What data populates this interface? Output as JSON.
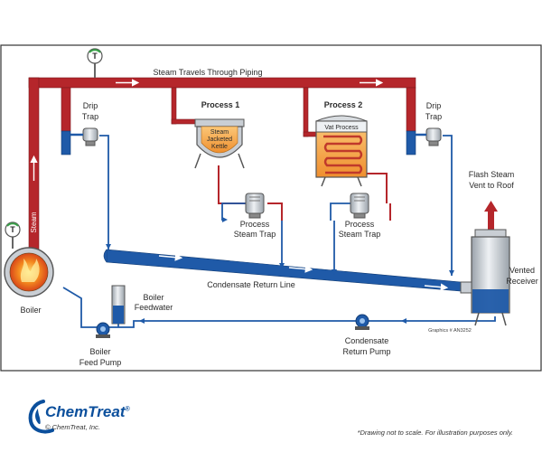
{
  "diagram": {
    "title_steam_piping": "Steam Travels Through Piping",
    "steam": "Steam",
    "drip_trap_left": [
      "Drip",
      "Trap"
    ],
    "drip_trap_right": [
      "Drip",
      "Trap"
    ],
    "process1": "Process 1",
    "process2": "Process 2",
    "kettle": [
      "Steam",
      "Jacketed",
      "Kettle"
    ],
    "vat": "Vat Process",
    "process_trap_1": [
      "Process",
      "Steam Trap"
    ],
    "process_trap_2": [
      "Process",
      "Steam Trap"
    ],
    "flash_steam": [
      "Flash Steam",
      "Vent to Roof"
    ],
    "vented_receiver": [
      "Vented",
      "Receiver"
    ],
    "condensate_return_line": "Condensate Return Line",
    "boiler": "Boiler",
    "boiler_feedwater": [
      "Boiler",
      "Feedwater"
    ],
    "boiler_feed_pump": [
      "Boiler",
      "Feed Pump"
    ],
    "condensate_return_pump": [
      "Condensate",
      "Return Pump"
    ],
    "graphics_code": "Graphics # AN3252",
    "gauge_letter": "T"
  },
  "footer": {
    "brand": "ChemTreat",
    "registered": "®",
    "copyright": "© ChemTreat, Inc.",
    "note": "*Drawing not to scale. For illustration purposes only."
  },
  "colors": {
    "steam": "#b5262b",
    "condensate": "#1f5aa8",
    "process_tank": "#f2a24a",
    "vessel": "#c9ced4",
    "brand": "#0b4f9c"
  }
}
